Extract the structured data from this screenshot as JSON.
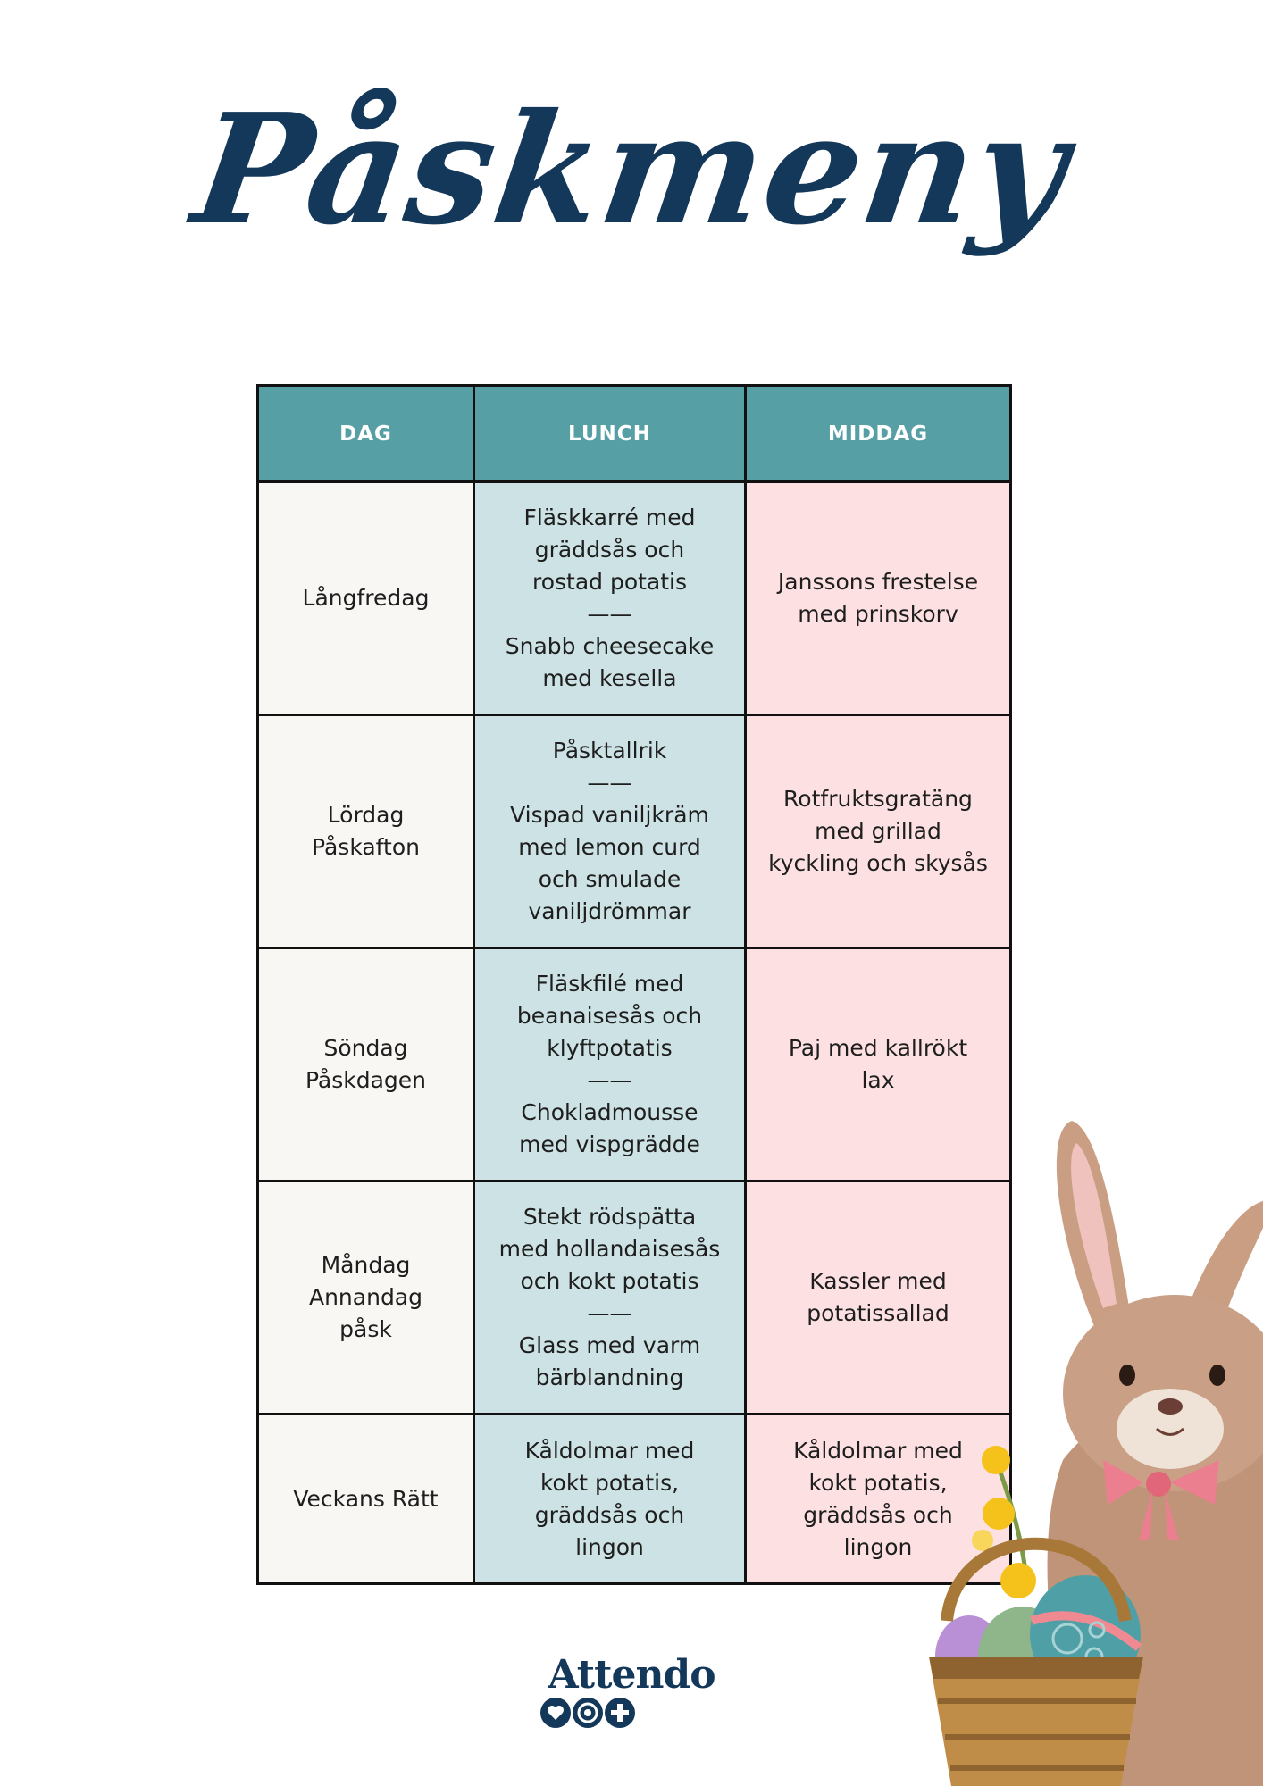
{
  "title": "Påskmeny",
  "table": {
    "headers": [
      "DAG",
      "LUNCH",
      "MIDDAG"
    ],
    "rows": [
      {
        "day": [
          "Långfredag"
        ],
        "lunch": [
          "Fläskkarré med",
          "gräddsås och",
          "rostad potatis",
          "——",
          "Snabb cheesecake",
          "med kesella"
        ],
        "dinner": [
          "Janssons frestelse",
          "med prinskorv"
        ]
      },
      {
        "day": [
          "Lördag",
          "Påskafton"
        ],
        "lunch": [
          "Påsktallrik",
          "——",
          "Vispad vaniljkräm",
          "med lemon curd",
          "och smulade",
          "vaniljdrömmar"
        ],
        "dinner": [
          "Rotfruktsgratäng",
          "med grillad",
          "kyckling och skysås"
        ]
      },
      {
        "day": [
          "Söndag",
          "Påskdagen"
        ],
        "lunch": [
          "Fläskfilé med",
          "beanaisesås och",
          "klyftpotatis",
          "——",
          "Chokladmousse",
          "med vispgrädde"
        ],
        "dinner": [
          "Paj med kallrökt",
          "lax"
        ]
      },
      {
        "day": [
          "Måndag",
          "Annandag",
          "påsk"
        ],
        "lunch": [
          "Stekt rödspätta",
          "med hollandaisesås",
          "och kokt potatis",
          "——",
          "Glass med varm",
          "bärblandning"
        ],
        "dinner": [
          "Kassler med",
          "potatissallad"
        ]
      },
      {
        "day": [
          "Veckans Rätt"
        ],
        "lunch": [
          "Kåldolmar med",
          "kokt potatis,",
          "gräddsås och",
          "lingon"
        ],
        "dinner": [
          "Kåldolmar med",
          "kokt potatis,",
          "gräddsås och",
          "lingon"
        ]
      }
    ]
  },
  "logo": {
    "text": "Attendo",
    "icons": [
      "heart-icon",
      "target-icon",
      "plus-icon"
    ]
  },
  "illustration": {
    "icon": "easter-bunny-basket-icon"
  },
  "colors": {
    "title": "#14385a",
    "header_bg": "#569fa4",
    "day_bg": "#f9f7f3",
    "lunch_bg": "#cde2e4",
    "dinner_bg": "#fde1e2",
    "border": "#111111"
  }
}
